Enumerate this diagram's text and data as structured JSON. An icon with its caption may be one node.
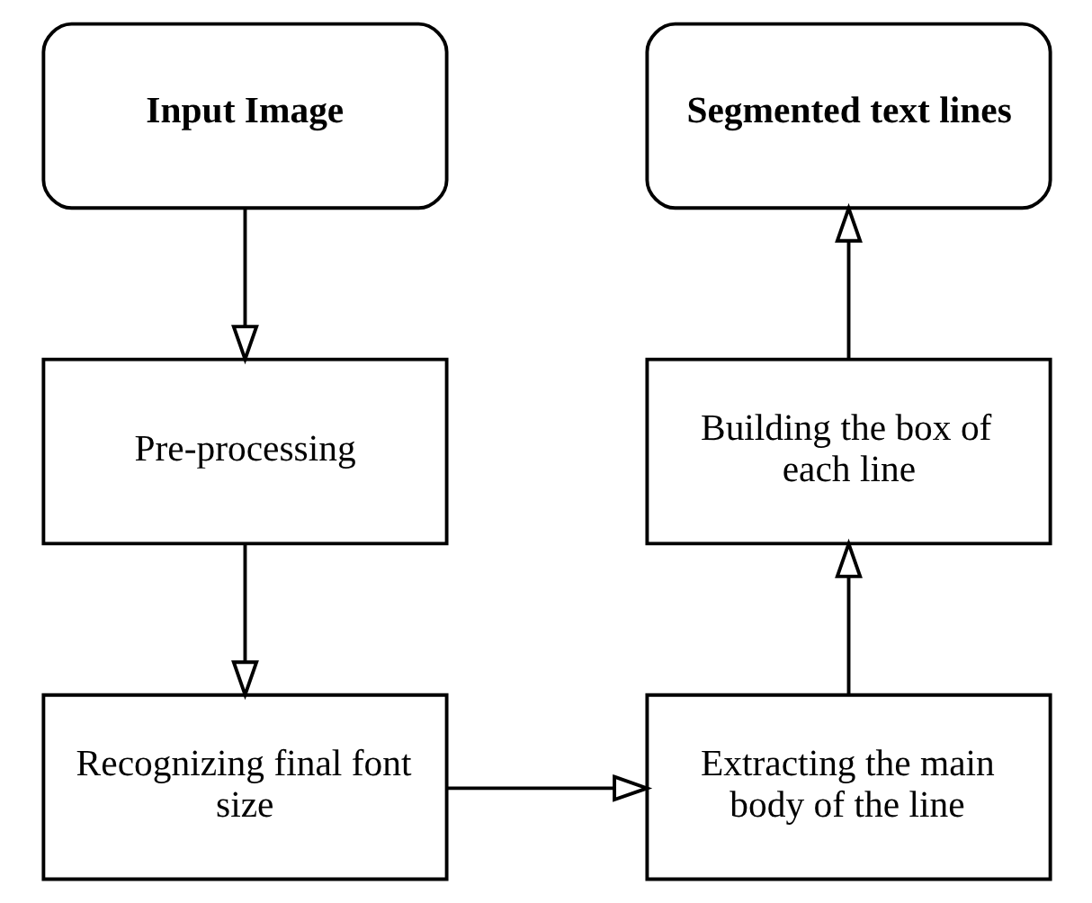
{
  "diagram": {
    "nodes": [
      {
        "text": [
          "Input Image"
        ]
      },
      {
        "text": [
          "Pre-processing"
        ]
      },
      {
        "text": [
          "Recognizing final font size"
        ]
      },
      {
        "text": [
          "Extracting the main body of the line"
        ]
      },
      {
        "text": [
          "Building the box of each line"
        ]
      },
      {
        "text": [
          "Segmented text lines"
        ]
      }
    ],
    "edges": [
      {
        "from": 0,
        "to": 1,
        "arrow": "to"
      },
      {
        "from": 1,
        "to": 2,
        "arrow": "to"
      },
      {
        "from": 2,
        "to": 3,
        "arrow": "to"
      },
      {
        "from": 3,
        "to": 4,
        "arrow": "to"
      },
      {
        "from": 4,
        "to": 5,
        "arrow": "to"
      }
    ]
  }
}
